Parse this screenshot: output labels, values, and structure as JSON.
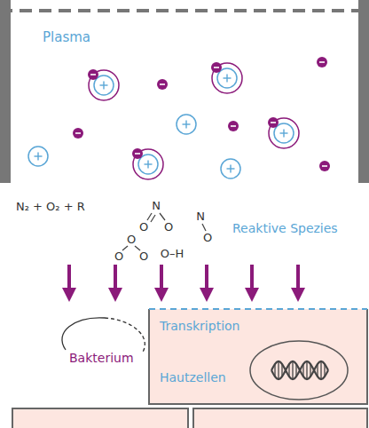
{
  "diagram": {
    "nodes": [
      {
        "text": [
          "Transkription",
          "Hautzellen"
        ]
      }
    ],
    "labels": [
      "Plasma",
      "N₂ + O₂ + R",
      "N",
      "O",
      "O",
      "O",
      "O",
      "O",
      "O–H",
      "N",
      "O",
      "Reaktive Spezies",
      "Bakterium"
    ]
  }
}
